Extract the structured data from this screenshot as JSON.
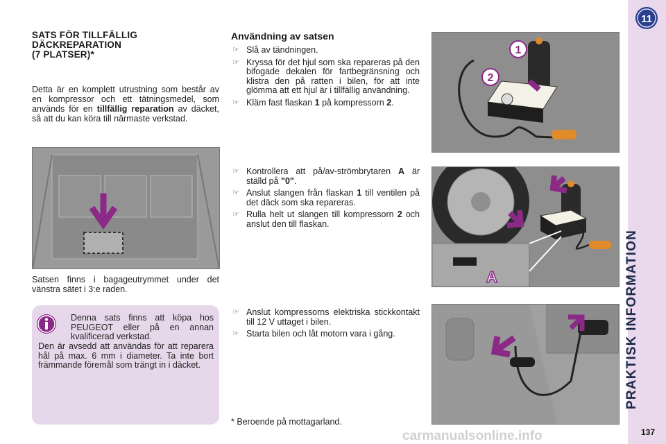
{
  "left": {
    "title_lines": [
      "SATS FÖR TILLFÄLLIG",
      "DÄCKREPARATION",
      "(7 PLATSER)*"
    ],
    "intro_part1": "Detta är en komplett utrustning som består av en kompressor och ett tätningsmedel, som används för en ",
    "intro_bold": "tillfällig reparation",
    "intro_part2": " av däcket, så att du kan köra till närmaste verkstad.",
    "caption": "Satsen finns i bagageutrymmet under det vänstra sätet i 3:e raden.",
    "info_p1": "Denna sats finns att köpa hos PEUGEOT eller på en annan kvalificerad verkstad.",
    "info_p2": "Den är avsedd att användas för att reparera hål på max. 6 mm i diameter. Ta inte bort främmande föremål som trängt in i däcket."
  },
  "middle": {
    "title": "Användning av satsen",
    "bullet_symbol": "☞",
    "group1": {
      "s1": "Slå av tändningen.",
      "s2": "Kryssa för det hjul som ska repareras på den bifogade dekalen för fartbegränsning och klistra den på ratten i bilen, för att inte glömma att ett hjul är i tillfällig användning.",
      "s3_a": "Kläm fast flaskan ",
      "s3_b": "1",
      "s3_c": " på kompressorn ",
      "s3_d": "2",
      "s3_e": "."
    },
    "group2": {
      "s1_a": "Kontrollera att på/av-strömbrytaren ",
      "s1_b": "A",
      "s1_c": " är ställd på ",
      "s1_d": "\"0\"",
      "s1_e": ".",
      "s2_a": "Anslut slangen från flaskan ",
      "s2_b": "1",
      "s2_c": " till ventilen på det däck som ska repareras.",
      "s3_a": "Rulla helt ut slangen till kompressorn ",
      "s3_b": "2",
      "s3_c": " och anslut den till flaskan."
    },
    "group3": {
      "s1": "Anslut kompressorns elektriska stickkontakt till 12 V uttaget i bilen.",
      "s2": "Starta bilen och låt motorn vara i gång."
    },
    "footnote": "* Beroende på mottagarland."
  },
  "figures": {
    "label_1": "1",
    "label_2": "2",
    "label_A": "A"
  },
  "tab": {
    "chapter_number": "11",
    "vertical_title": "PRAKTISK INFORMATION",
    "page_number": "137"
  },
  "watermark": "carmanualsonline.info",
  "colors": {
    "accent_purple": "#8a2a86",
    "tab_bg": "#ead9ec",
    "infobox_bg": "#e7d7ea",
    "badge_blue": "#2a3f8f"
  }
}
